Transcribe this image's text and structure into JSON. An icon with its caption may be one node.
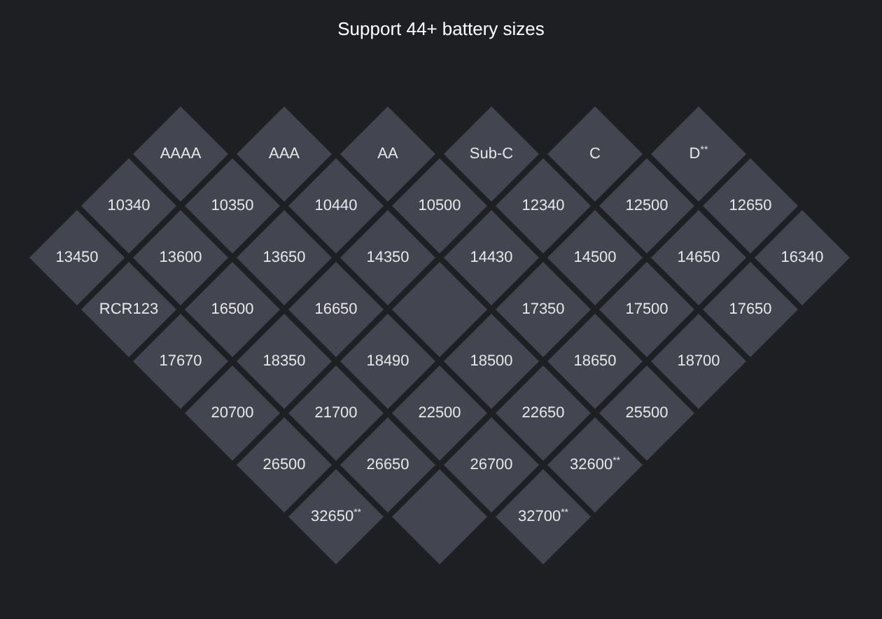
{
  "diagram": {
    "title": "Support 44+ battery sizes",
    "nodes": [
      {
        "text": [
          "AAAA"
        ]
      },
      {
        "text": [
          "AAA"
        ]
      },
      {
        "text": [
          "AA"
        ]
      },
      {
        "text": [
          "Sub-C"
        ]
      },
      {
        "text": [
          "C"
        ]
      },
      {
        "text": [
          "D$^{**}$"
        ]
      },
      {
        "text": [
          "10340"
        ]
      },
      {
        "text": [
          "10350"
        ]
      },
      {
        "text": [
          "10440"
        ]
      },
      {
        "text": [
          "10500"
        ]
      },
      {
        "text": [
          "12340"
        ]
      },
      {
        "text": [
          "12500"
        ]
      },
      {
        "text": [
          "12650"
        ]
      },
      {
        "text": [
          "13450"
        ]
      },
      {
        "text": [
          "13600"
        ]
      },
      {
        "text": [
          "13650"
        ]
      },
      {
        "text": [
          "14350"
        ]
      },
      {
        "text": [
          "14430"
        ]
      },
      {
        "text": [
          "14500"
        ]
      },
      {
        "text": [
          "14650"
        ]
      },
      {
        "text": [
          "16340"
        ]
      },
      {
        "text": [
          "RCR123"
        ]
      },
      {
        "text": [
          "16500"
        ]
      },
      {
        "text": [
          "16650"
        ]
      },
      {
        "text": [],
        "shape": "diamond"
      },
      {
        "text": [
          "17350"
        ]
      },
      {
        "text": [
          "17500"
        ]
      },
      {
        "text": [
          "17650"
        ]
      },
      {
        "text": [
          "17670"
        ]
      },
      {
        "text": [
          "18350"
        ]
      },
      {
        "text": [
          "18490"
        ]
      },
      {
        "text": [
          "18500"
        ]
      },
      {
        "text": [
          "18650"
        ]
      },
      {
        "text": [
          "18700"
        ]
      },
      {
        "text": [
          "20700"
        ]
      },
      {
        "text": [
          "21700"
        ]
      },
      {
        "text": [
          "22500"
        ]
      },
      {
        "text": [
          "22650"
        ]
      },
      {
        "text": [
          "25500"
        ]
      },
      {
        "text": [
          "26500"
        ]
      },
      {
        "text": [
          "26650"
        ]
      },
      {
        "text": [
          "26700"
        ]
      },
      {
        "text": [
          "32600$^{**}$"
        ]
      },
      {
        "text": [
          "32650$^{**}$"
        ]
      },
      {
        "text": [],
        "shape": "diamond"
      },
      {
        "text": [
          "32700$^{**}$"
        ]
      }
    ]
  }
}
